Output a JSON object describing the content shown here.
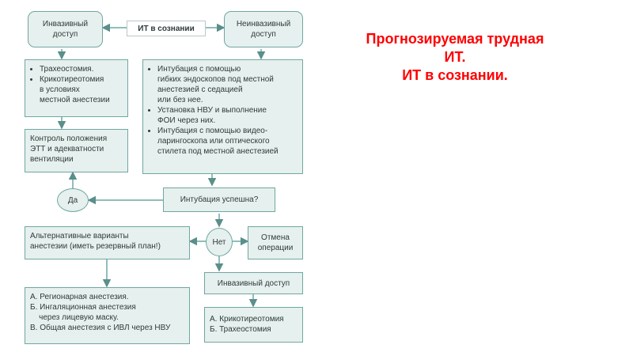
{
  "title": {
    "line1": "Прогнозируемая трудная",
    "line2": "ИТ.",
    "line3": "ИТ в сознании."
  },
  "flowchart": {
    "invasive_access": [
      "Инвазивный",
      "доступ"
    ],
    "it_awake": "ИТ в сознании",
    "noninvasive_access": [
      "Неинвазивный",
      "доступ"
    ],
    "invasive_list": [
      "Трахеостомия.",
      "Крикотиреотомия\nв условиях\nместной анестезии"
    ],
    "noninvasive_list": [
      "Интубация с помощью\nгибких эндоскопов под местной\nанестезией с седацией\nили без нее.",
      "Установка НВУ и выполнение\nФОИ через них.",
      "Интубация с помощью видео-\nларингоскопа или оптического\nстилета под местной анестезией"
    ],
    "control": [
      "Контроль положения",
      "ЭТТ и адекватности",
      "вентиляции"
    ],
    "yes": "Да",
    "intubation_success": "Интубация успешна?",
    "no": "Нет",
    "alternatives": [
      "Альтернативные варианты",
      "анестезии (иметь резервный план!)"
    ],
    "cancel": [
      "Отмена",
      "операции"
    ],
    "invasive_access2": "Инвазивный доступ",
    "anesthesia_options": [
      "А. Регионарная анестезия.",
      "Б. Ингаляционная анестезия",
      "    через лицевую маску.",
      "В. Общая анестезия с ИВЛ через НВУ"
    ],
    "invasive_options": [
      "А. Крикотиреотомия",
      "Б. Трахеостомия"
    ]
  }
}
